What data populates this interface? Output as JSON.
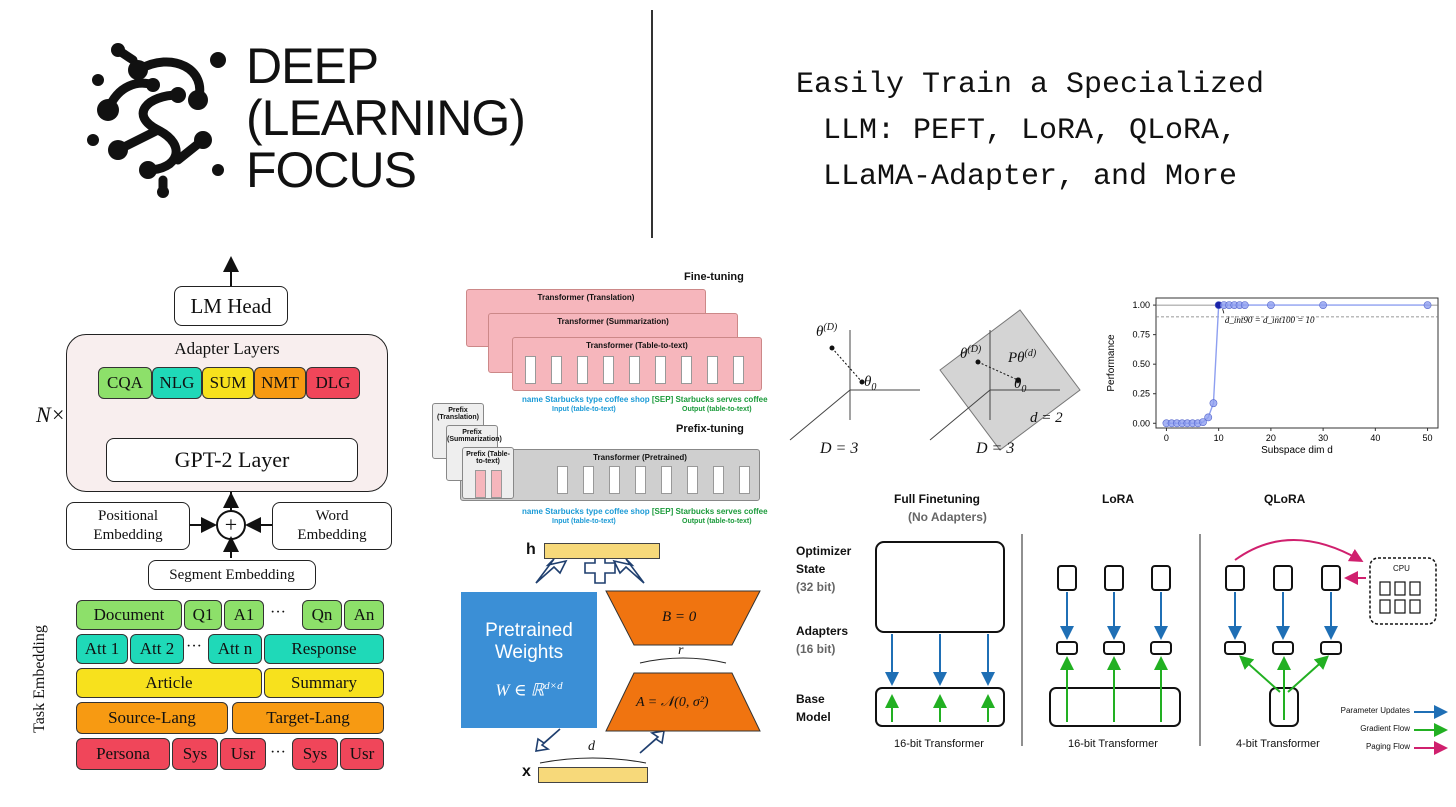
{
  "header": {
    "brand": [
      "DEEP",
      "(LEARNING)",
      "FOCUS"
    ],
    "headline": [
      "Easily Train a Specialized",
      "LLM: PEFT, LoRA, QLoRA,",
      "LLaMA-Adapter, and More"
    ]
  },
  "adapter_diagram": {
    "repeat": "N×",
    "lm_head": "LM Head",
    "adapter_layers": "Adapter Layers",
    "adapters": [
      {
        "label": "CQA",
        "color": "#8de06a"
      },
      {
        "label": "NLG",
        "color": "#1fd9b8"
      },
      {
        "label": "SUM",
        "color": "#f7e11d"
      },
      {
        "label": "NMT",
        "color": "#f79a12"
      },
      {
        "label": "DLG",
        "color": "#f0465a"
      }
    ],
    "gpt_layer": "GPT-2 Layer",
    "positional": "Positional Embedding",
    "word": "Word Embedding",
    "plus": "+",
    "segment": "Segment Embedding",
    "task_embedding": "Task Embedding",
    "rows": [
      {
        "color": "#8de06a",
        "cells": [
          "Document",
          "Q1",
          "A1",
          "···",
          "Qn",
          "An"
        ]
      },
      {
        "color": "#1fd9b8",
        "cells": [
          "Att 1",
          "Att 2",
          "···",
          "Att n",
          "Response"
        ]
      },
      {
        "color": "#f7e11d",
        "cells": [
          "Article",
          "Summary"
        ]
      },
      {
        "color": "#f79a12",
        "cells": [
          "Source-Lang",
          "Target-Lang"
        ]
      },
      {
        "color": "#f0465a",
        "cells": [
          "Persona",
          "Sys",
          "Usr",
          "···",
          "Sys",
          "Usr"
        ]
      }
    ]
  },
  "prefix_diagram": {
    "finetuning_title": "Fine-tuning",
    "prefix_title": "Prefix-tuning",
    "cards": [
      "Transformer (Translation)",
      "Transformer (Summarization)",
      "Transformer (Table-to-text)"
    ],
    "pretrained": "Transformer  (Pretrained)",
    "prefix_cards": [
      "Prefix (Translation)",
      "Prefix (Summarization)",
      "Prefix (Table-to-text)"
    ],
    "tokens_input": [
      "name",
      "Starbucks",
      "type",
      "coffee",
      "shop"
    ],
    "tokens_output": [
      "[SEP]",
      "Starbucks",
      "serves",
      "coffee"
    ],
    "input_label": "Input (table-to-text)",
    "output_label": "Output (table-to-text)"
  },
  "lora_diagram": {
    "h": "h",
    "x": "x",
    "plus": "+",
    "pretrained": [
      "Pretrained",
      "Weights"
    ],
    "weight_formula": "W ∈ ℝ",
    "weight_sup": "d×d",
    "b_label": "B = 0",
    "a_label": "A = 𝒩(0, σ²)",
    "r": "r",
    "d": "d"
  },
  "subspace": {
    "left": {
      "theta": "θ",
      "sup": "(D)",
      "theta0": "θ",
      "sub0": "0",
      "D": "D = 3"
    },
    "right": {
      "theta": "θ",
      "sup": "(D)",
      "ptheta": "Pθ",
      "psup": "(d)",
      "theta0": "θ",
      "sub0": "0",
      "d": "d = 2",
      "D": "D = 3"
    }
  },
  "chart_data": {
    "type": "scatter",
    "xlabel": "Subspace dim d",
    "ylabel": "Performance",
    "xlim": [
      -2,
      52
    ],
    "ylim": [
      -0.04,
      1.06
    ],
    "xticks": [
      0,
      10,
      20,
      30,
      40,
      50
    ],
    "yticks": [
      0.0,
      0.25,
      0.5,
      0.75,
      1.0
    ],
    "ytick_labels": [
      "0.00",
      "0.25",
      "0.50",
      "0.75",
      "1.00"
    ],
    "x": [
      0,
      1,
      2,
      3,
      4,
      5,
      6,
      7,
      8,
      9,
      10,
      11,
      12,
      13,
      14,
      15,
      20,
      30,
      50
    ],
    "y": [
      0.0,
      0.0,
      0.0,
      0.0,
      0.0,
      0.0,
      0.0,
      0.01,
      0.05,
      0.17,
      1.0,
      1.0,
      1.0,
      1.0,
      1.0,
      1.0,
      1.0,
      1.0,
      1.0
    ],
    "highlight_x": 10,
    "hlines": [
      1.0,
      0.9
    ],
    "annotation": "d_int90 = d_int100 = 10",
    "color": "#8e9ff0",
    "highlight_color": "#1a22a8"
  },
  "qlora": {
    "columns": [
      {
        "title": "Full Finetuning",
        "subtitle": "(No Adapters)"
      },
      {
        "title": "LoRA",
        "subtitle": ""
      },
      {
        "title": "QLoRA",
        "subtitle": ""
      }
    ],
    "rows": [
      "Optimizer State (32 bit)",
      "Adapters (16 bit)",
      "Base Model"
    ],
    "row_lines": [
      [
        "Optimizer",
        "State",
        "(32 bit)"
      ],
      [
        "Adapters",
        "(16 bit)"
      ],
      [
        "Base",
        "Model"
      ]
    ],
    "bottoms": [
      "16-bit Transformer",
      "16-bit Transformer",
      "4-bit Transformer"
    ],
    "cpu": "CPU",
    "legend": [
      {
        "label": "Parameter Updates",
        "color": "#1f6fb5"
      },
      {
        "label": "Gradient Flow",
        "color": "#22b022"
      },
      {
        "label": "Paging Flow",
        "color": "#d0206e"
      }
    ]
  }
}
